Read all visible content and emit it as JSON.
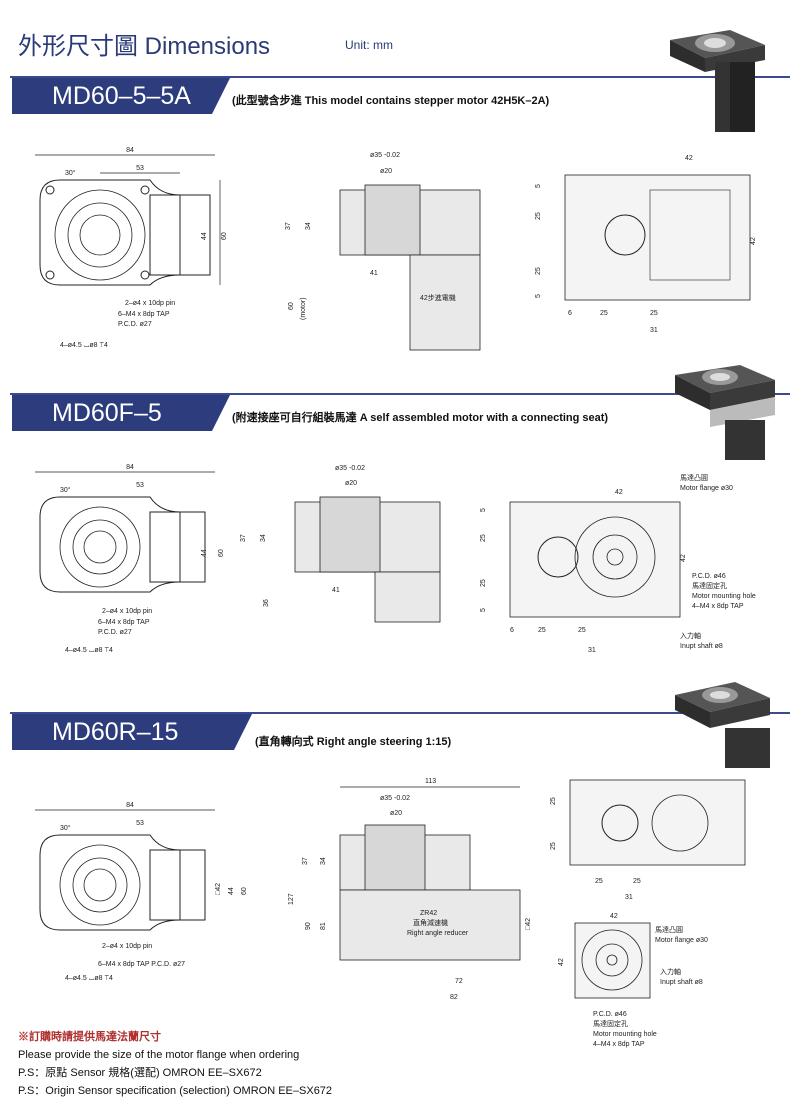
{
  "header": {
    "title": "外形尺寸圖 Dimensions",
    "unit": "Unit: mm"
  },
  "sections": [
    {
      "model": "MD60–5–5A",
      "desc": "(此型號含步進 This model contains stepper motor 42H5K–2A)",
      "front": {
        "d84": "84",
        "d53": "53",
        "a30": "30°",
        "d44": "44",
        "d60": "60",
        "n1": "2–ø4 x 10dp pin",
        "n2": "6–M4 x 8dp TAP",
        "n3": "P.C.D. ø27",
        "n4": "4–ø4.5 ⌴ø8 ⊤4"
      },
      "side": {
        "d35": "ø35 -0.02",
        "d20": "ø20",
        "d37": "37",
        "d34": "34",
        "d41": "41",
        "d60": "60",
        "motor": "(motor)",
        "motorlabel": "42步進電機"
      },
      "top": {
        "d42a": "42",
        "d42b": "42",
        "d5a": "5",
        "d25a": "25",
        "d25b": "25",
        "d5b": "5",
        "d6": "6",
        "d25c": "25",
        "d25d": "25",
        "d31": "31"
      }
    },
    {
      "model": "MD60F–5",
      "desc": "(附速接座可自行組裝馬達  A self assembled motor with a connecting seat)",
      "front": {
        "d84": "84",
        "d53": "53",
        "a30": "30°",
        "d44": "44",
        "d60": "60",
        "n1": "2–ø4 x 10dp pin",
        "n2": "6–M4 x 8dp TAP",
        "n3": "P.C.D. ø27",
        "n4": "4–ø4.5 ⌴ø8 ⊤4"
      },
      "side": {
        "d35": "ø35 -0.02",
        "d20": "ø20",
        "d37": "37",
        "d34": "34",
        "d41": "41",
        "d36": "36"
      },
      "top": {
        "d42a": "42",
        "d42b": "42",
        "d5a": "5",
        "d25a": "25",
        "d25b": "25",
        "d5b": "5",
        "d6": "6",
        "d25c": "25",
        "d25d": "25",
        "d31": "31",
        "flange_zh": "馬達凸圓",
        "flange_en": "Motor flange ø30",
        "pcd": "P.C.D. ø46",
        "hole_zh": "馬達固定孔",
        "hole_en": "Motor mounting hole",
        "tap": "4–M4 x 8dp TAP",
        "shaft_zh": "入力軸",
        "shaft_en": "Inupt shaft ø8"
      }
    },
    {
      "model": "MD60R–15",
      "desc": "(直角轉向式 Right angle steering 1:15)",
      "front": {
        "d84": "84",
        "d53": "53",
        "a30": "30°",
        "d42": "□42",
        "d44": "44",
        "d60": "60",
        "n1": "2–ø4 x 10dp pin",
        "n2": "6–M4 x 8dp TAP P.C.D. ø27",
        "n4": "4–ø4.5 ⌴ø8 ⊤4"
      },
      "side": {
        "d113": "113",
        "d35": "ø35 -0.02",
        "d20": "ø20",
        "d37": "37",
        "d34": "34",
        "d127": "127",
        "d90": "90",
        "d81": "81",
        "zr": "ZR42",
        "zr_zh": "直角減速機",
        "zr_en": "Right angle reducer",
        "d42": "□42",
        "d72": "72",
        "d82": "82"
      },
      "top": {
        "d25a": "25",
        "d25b": "25",
        "d25c": "25",
        "d25d": "25",
        "d31": "31"
      },
      "flange": {
        "d42a": "42",
        "d42b": "42",
        "flange_zh": "馬達凸圓",
        "flange_en": "Motor flange ø30",
        "shaft_zh": "入力軸",
        "shaft_en": "Inupt shaft ø8",
        "pcd": "P.C.D. ø46",
        "hole_zh": "馬達固定孔",
        "hole_en": "Motor mounting hole",
        "tap": "4–M4 x 8dp TAP"
      }
    }
  ],
  "notes": {
    "line1": "※訂購時請提供馬達法蘭尺寸",
    "line2": "Please provide the size of the motor flange when ordering",
    "line3": "P.S：原點 Sensor 規格(選配)  OMRON EE–SX672",
    "line4": "P.S：Origin Sensor specification (selection) OMRON EE–SX672"
  }
}
